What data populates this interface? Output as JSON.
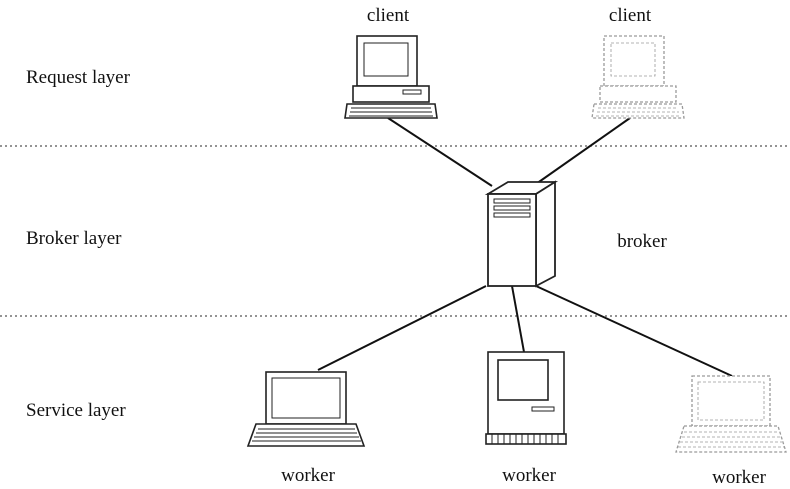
{
  "layers": [
    {
      "label": "Request layer"
    },
    {
      "label": "Broker layer"
    },
    {
      "label": "Service layer"
    }
  ],
  "nodes": {
    "client_left": {
      "label": "client",
      "icon": "desktop-computer-icon"
    },
    "client_right": {
      "label": "client",
      "icon": "desktop-computer-icon"
    },
    "broker": {
      "label": "broker",
      "icon": "server-tower-icon"
    },
    "worker_left": {
      "label": "worker",
      "icon": "laptop-icon"
    },
    "worker_middle": {
      "label": "worker",
      "icon": "compact-computer-icon"
    },
    "worker_right": {
      "label": "worker",
      "icon": "laptop-icon"
    }
  },
  "connections": [
    {
      "from": "client_left",
      "to": "broker"
    },
    {
      "from": "client_right",
      "to": "broker"
    },
    {
      "from": "broker",
      "to": "worker_left"
    },
    {
      "from": "broker",
      "to": "worker_middle"
    },
    {
      "from": "broker",
      "to": "worker_right"
    }
  ]
}
